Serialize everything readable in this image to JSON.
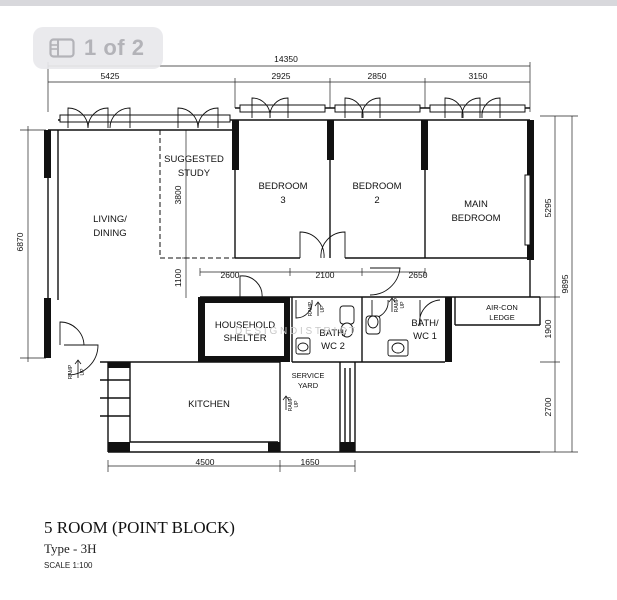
{
  "viewer": {
    "counter": "1 of 2"
  },
  "plan": {
    "dims": {
      "total_width": "14350",
      "top": [
        "5425",
        "2925",
        "2850",
        "3150"
      ],
      "left_height": "6870",
      "right_upper": "5295",
      "right_total": "9895",
      "right_mid": "1900",
      "right_lower": "2700",
      "study_height": "3800",
      "study_gap": "1100",
      "corridor": [
        "2600",
        "2100",
        "2650"
      ],
      "bottom": [
        "4500",
        "1650"
      ]
    },
    "rooms": {
      "living_1": "LIVING/",
      "living_2": "DINING",
      "study_1": "SUGGESTED",
      "study_2": "STUDY",
      "bed3_1": "BEDROOM",
      "bed3_2": "3",
      "bed2_1": "BEDROOM",
      "bed2_2": "2",
      "main_1": "MAIN",
      "main_2": "BEDROOM",
      "shelter_1": "HOUSEHOLD",
      "shelter_2": "SHELTER",
      "bath2_1": "BATH/",
      "bath2_2": "WC 2",
      "bath1_1": "BATH/",
      "bath1_2": "WC 1",
      "aircon_1": "AIR-CON",
      "aircon_2": "LEDGE",
      "yard_1": "SERVICE",
      "yard_2": "YARD",
      "kitchen": "KITCHEN",
      "ramp_1": "RAMP",
      "ramp_2": "UP"
    },
    "watermark": "D E S I G N D I S T R I C T"
  },
  "caption": {
    "title": "5 ROOM (POINT BLOCK)",
    "type": "Type - 3H",
    "scale": "SCALE  1:100"
  }
}
